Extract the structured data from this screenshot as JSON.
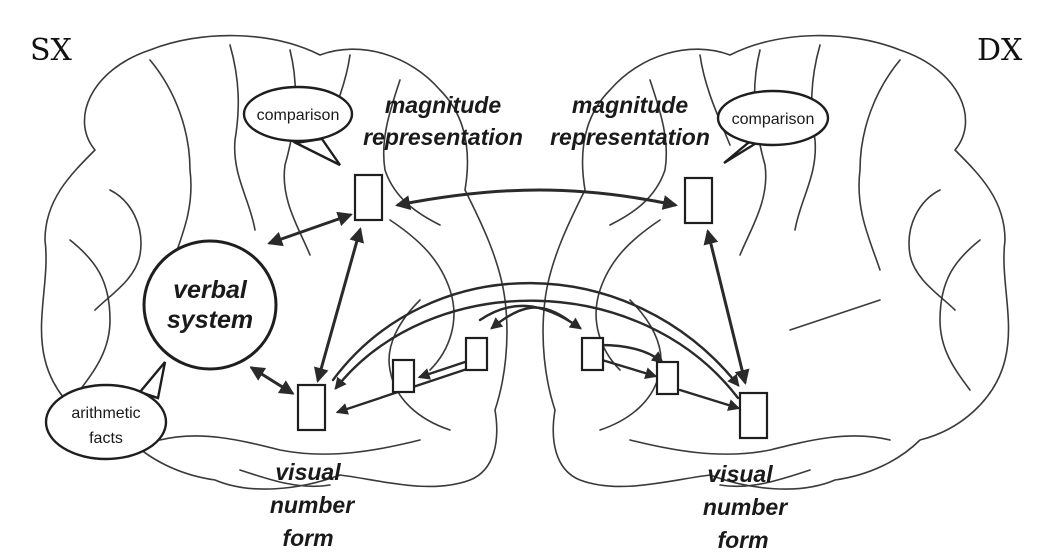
{
  "hemispheres": {
    "left": "SX",
    "right": "DX"
  },
  "left": {
    "magnitude_line1": "magnitude",
    "magnitude_line2": "representation",
    "comparison": "comparison",
    "verbal_line1": "verbal",
    "verbal_line2": "system",
    "arithmetic_line1": "arithmetic",
    "arithmetic_line2": "facts",
    "visual_line1": "visual",
    "visual_line2": "number",
    "visual_line3": "form"
  },
  "right": {
    "magnitude_line1": "magnitude",
    "magnitude_line2": "representation",
    "comparison": "comparison",
    "visual_line1": "visual",
    "visual_line2": "number",
    "visual_line3": "form"
  },
  "colors": {
    "ink": "#1e1e1e",
    "outline": "#3a3a3a",
    "background": "#ffffff"
  }
}
